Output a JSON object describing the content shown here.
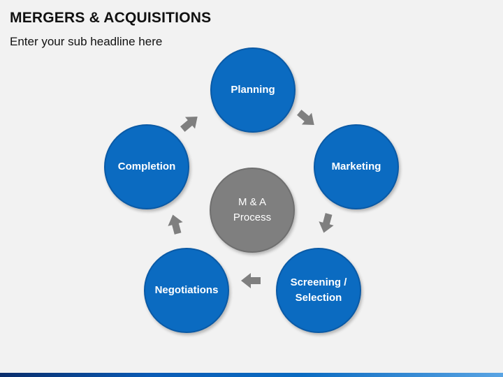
{
  "header": {
    "title": "MERGERS & ACQUISITIONS",
    "subtitle": "Enter your sub headline here"
  },
  "diagram": {
    "center": {
      "label": "M & A\nProcess"
    },
    "nodes": [
      {
        "id": "planning",
        "label": "Planning"
      },
      {
        "id": "marketing",
        "label": "Marketing"
      },
      {
        "id": "screening",
        "label": "Screening /\nSelection"
      },
      {
        "id": "negotiations",
        "label": "Negotiations"
      },
      {
        "id": "completion",
        "label": "Completion"
      }
    ]
  },
  "colors": {
    "node_fill": "#0b6bc1",
    "center_fill": "#7f7f7f",
    "arrow": "#7f7f7f",
    "background": "#f2f2f2"
  }
}
